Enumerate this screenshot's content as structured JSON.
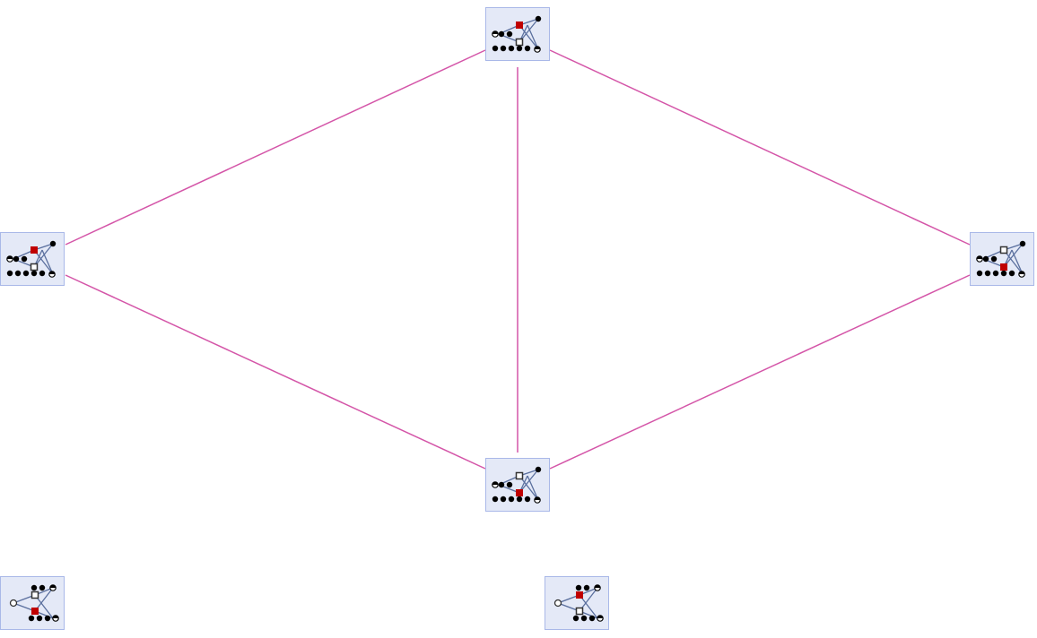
{
  "colors": {
    "edge": "#d455a8",
    "node_fill": "#e4e9f7",
    "node_border": "#a9b8e8",
    "highlight_square": "#c00000",
    "glyph_line": "#5a6f9e"
  },
  "nodes": [
    {
      "id": "top",
      "variant": "A",
      "red": "upper"
    },
    {
      "id": "left",
      "variant": "A",
      "red": "upper"
    },
    {
      "id": "right",
      "variant": "A",
      "red": "lower"
    },
    {
      "id": "bottom",
      "variant": "A",
      "red": "lower"
    },
    {
      "id": "isolated-left",
      "variant": "B",
      "red": "lower"
    },
    {
      "id": "isolated-mid",
      "variant": "B",
      "red": "upper"
    }
  ],
  "edges": [
    [
      "top",
      "left"
    ],
    [
      "top",
      "right"
    ],
    [
      "top",
      "bottom"
    ],
    [
      "left",
      "bottom"
    ],
    [
      "right",
      "bottom"
    ]
  ]
}
